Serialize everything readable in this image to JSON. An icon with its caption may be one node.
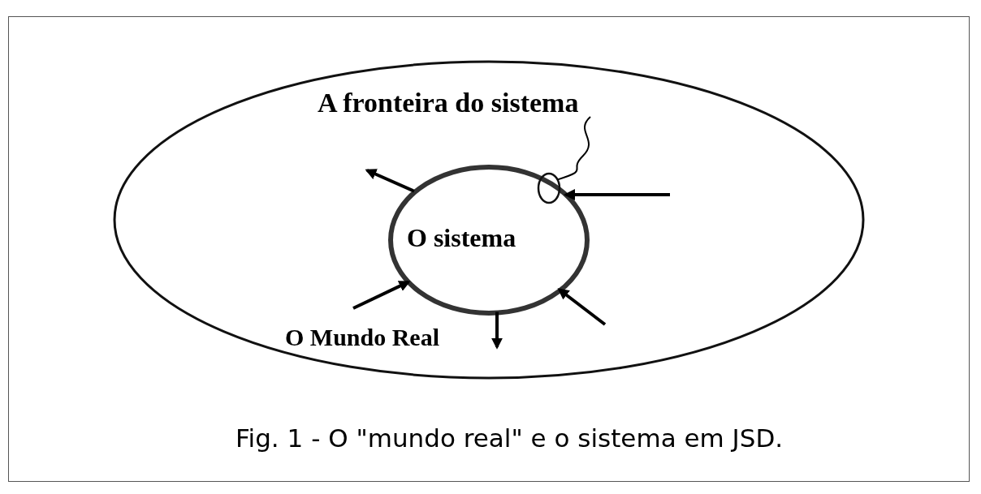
{
  "diagram": {
    "caption": "Fig. 1 - O \"mundo real\" e o sistema em JSD.",
    "nodes": [
      {
        "text": [
          "O Mundo Real"
        ]
      },
      {
        "text": [
          "O sistema"
        ],
        "in": 0
      },
      {
        "text": [
          "A fronteira do sistema"
        ],
        "in": 0
      },
      {
        "text": [],
        "shape": "circle",
        "in": 1
      }
    ],
    "edges": [
      {
        "from": 1,
        "to": null,
        "arrow": "to"
      },
      {
        "from": null,
        "to": 1,
        "arrow": "to"
      },
      {
        "from": null,
        "to": 1,
        "arrow": "to"
      },
      {
        "from": 1,
        "to": null,
        "arrow": "to"
      },
      {
        "from": null,
        "to": 1,
        "arrow": "to"
      },
      {
        "from": 2,
        "to": 3,
        "arrow": "none"
      }
    ]
  }
}
